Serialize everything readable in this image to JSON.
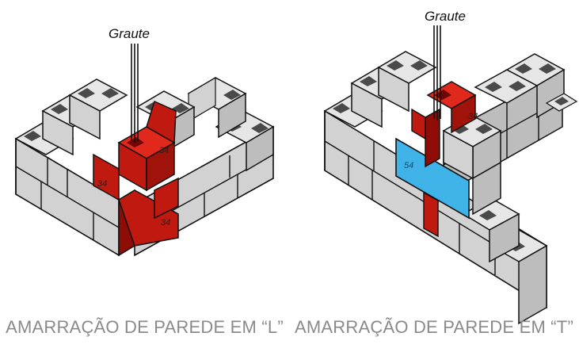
{
  "figure": {
    "left": {
      "graute_label": "Graute",
      "block_code_1": "34",
      "block_code_2": "34",
      "block_code_3": "34",
      "caption": "AMARRAÇÃO DE PAREDE EM “L”"
    },
    "right": {
      "graute_label": "Graute",
      "block_code_1": "54",
      "block_code_2": "34",
      "caption": "AMARRAÇÃO DE PAREDE EM “T”"
    }
  },
  "colors": {
    "block_front": "#d2d2d2",
    "block_top": "#e6e6e6",
    "block_side": "#a9a9a9",
    "grout_front": "#c0190f",
    "grout_top": "#e0281c",
    "grout_side": "#8e0d06",
    "highlight_blue": "#3fb3e8",
    "outline": "#111111",
    "caption_text": "#8a8a8a"
  }
}
